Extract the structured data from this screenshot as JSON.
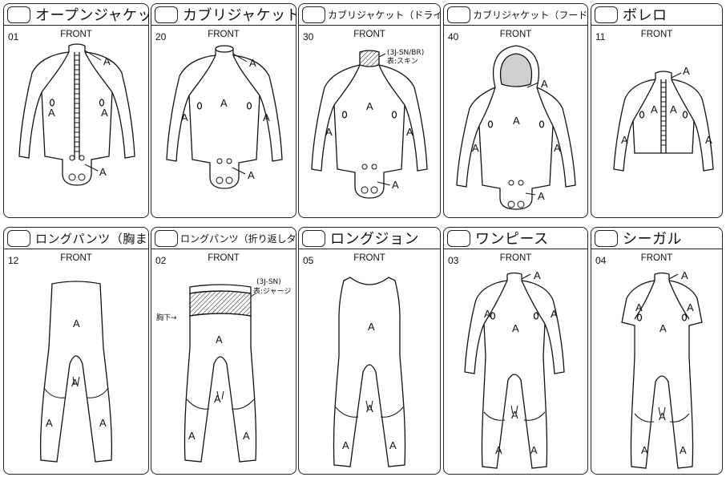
{
  "cards": [
    {
      "code": "01",
      "title": "オープンジャケット",
      "front": "FRONT",
      "label": "A"
    },
    {
      "code": "20",
      "title": "カブリジャケット",
      "front": "FRONT",
      "label": "A"
    },
    {
      "code": "30",
      "title": "カブリジャケット（ドライネック）",
      "front": "FRONT",
      "label": "A",
      "note1": "(3J-SN/BR)",
      "note2": "表:スキン"
    },
    {
      "code": "40",
      "title": "カブリジャケット（フード付き）",
      "front": "FRONT",
      "label": "A"
    },
    {
      "code": "11",
      "title": "ボレロ",
      "front": "FRONT",
      "label": "A"
    },
    {
      "code": "12",
      "title": "ロングパンツ（胸まで）",
      "front": "FRONT",
      "label": "A"
    },
    {
      "code": "02",
      "title": "ロングパンツ（折り返しタイプ）",
      "front": "FRONT",
      "label": "A",
      "note1": "(3J-SN)",
      "note2": "表:ジャージ",
      "chest": "胸下→"
    },
    {
      "code": "05",
      "title": "ロングジョン",
      "front": "FRONT",
      "label": "A"
    },
    {
      "code": "03",
      "title": "ワンピース",
      "front": "FRONT",
      "label": "A"
    },
    {
      "code": "04",
      "title": "シーガル",
      "front": "FRONT",
      "label": "A"
    }
  ]
}
